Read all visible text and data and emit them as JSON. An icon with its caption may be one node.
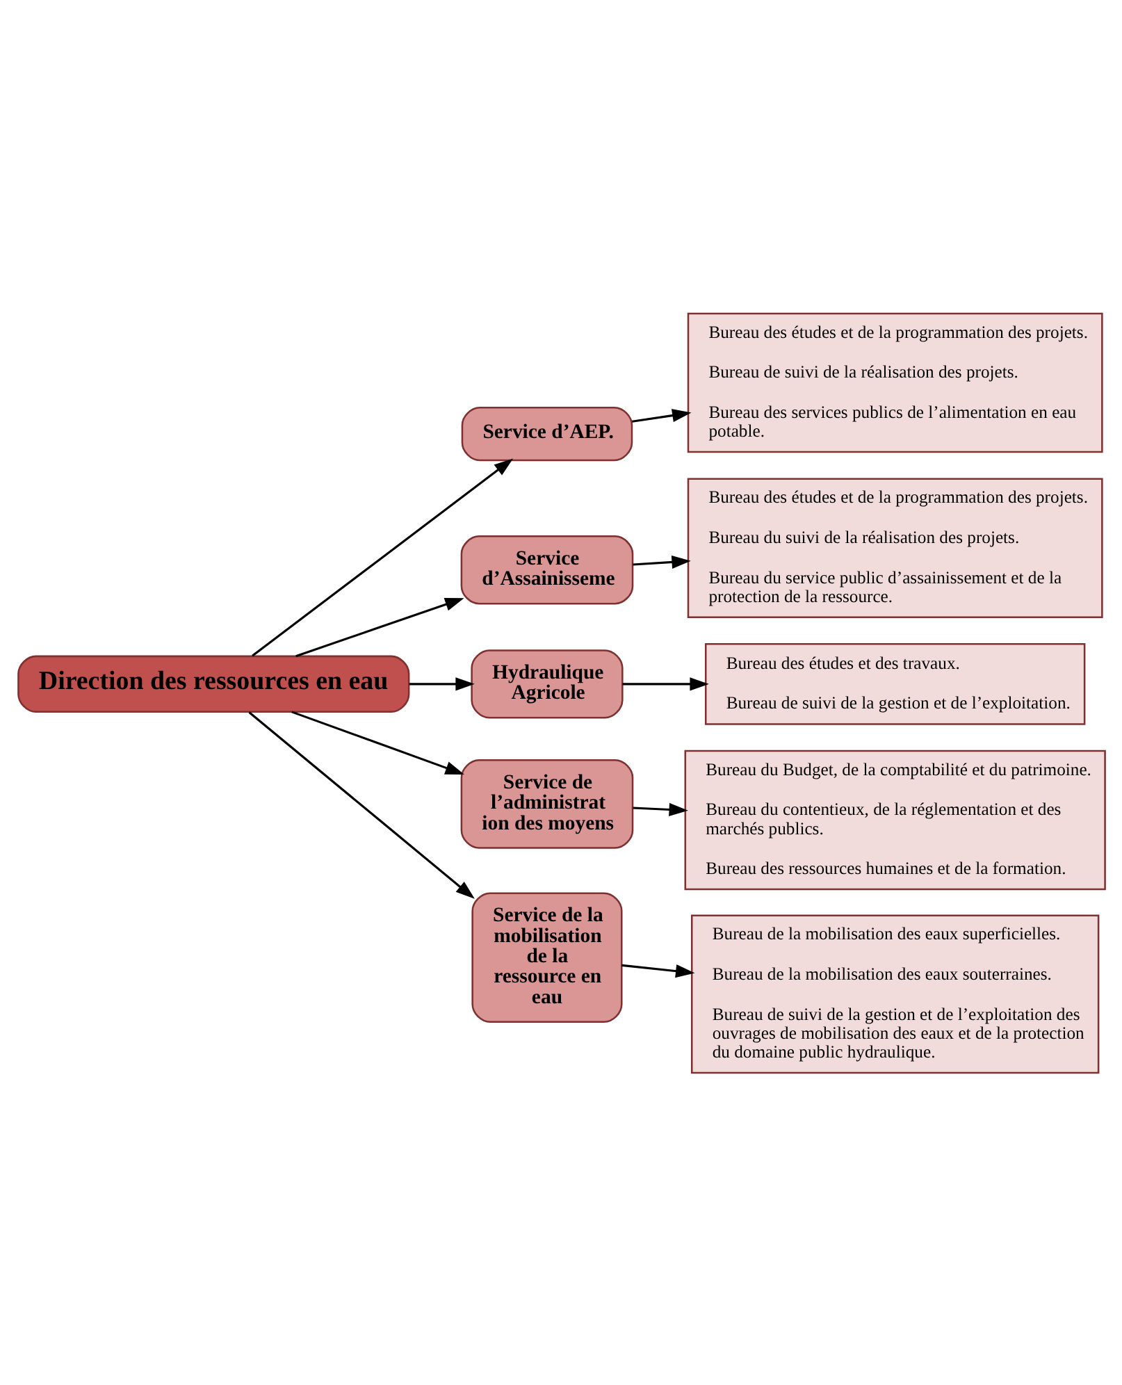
{
  "diagram": {
    "nodes": [
      {
        "text": [
          "Direction des ressources en eau"
        ]
      },
      {
        "text": [
          "Service d’AEP."
        ]
      },
      {
        "text": [
          "Service d’Assainisseme"
        ]
      },
      {
        "text": [
          "Hydraulique Agricole"
        ]
      },
      {
        "text": [
          "Service de l’administrat ion des moyens"
        ]
      },
      {
        "text": [
          "Service de la mobilisation de la ressource en eau"
        ]
      },
      {
        "text": [
          "Bureau des études et de la programmation des projets.",
          "Bureau de suivi de la réalisation des projets.",
          "Bureau des services publics de l’alimentation en eau potable."
        ]
      },
      {
        "text": [
          "Bureau des études et de la programmation des projets.",
          "Bureau du suivi de la réalisation des projets.",
          "Bureau du service public d’assainissement et de la protection de la ressource."
        ]
      },
      {
        "text": [
          "Bureau des études et des travaux.",
          "Bureau de suivi de la gestion et de l’exploitation."
        ]
      },
      {
        "text": [
          "Bureau du Budget, de la comptabilité et du patrimoine.",
          "Bureau du contentieux, de la réglementation et des marchés publics.",
          "Bureau des ressources humaines et de la formation."
        ]
      },
      {
        "text": [
          "Bureau de la mobilisation des eaux superficielles.",
          "Bureau de la mobilisation des eaux souterraines.",
          "Bureau de suivi de la gestion et de l’exploitation des ouvrages de mobilisation des eaux et de la protection du domaine public hydraulique."
        ]
      }
    ],
    "edges": [
      {
        "from": 0,
        "to": 1,
        "arrow": "to"
      },
      {
        "from": 0,
        "to": 2,
        "arrow": "to"
      },
      {
        "from": 0,
        "to": 3,
        "arrow": "to"
      },
      {
        "from": 0,
        "to": 4,
        "arrow": "to"
      },
      {
        "from": 0,
        "to": 5,
        "arrow": "to"
      },
      {
        "from": 1,
        "to": 6,
        "arrow": "to"
      },
      {
        "from": 2,
        "to": 7,
        "arrow": "to"
      },
      {
        "from": 3,
        "to": 8,
        "arrow": "to"
      },
      {
        "from": 4,
        "to": 9,
        "arrow": "to"
      },
      {
        "from": 5,
        "to": 10,
        "arrow": "to"
      }
    ]
  }
}
